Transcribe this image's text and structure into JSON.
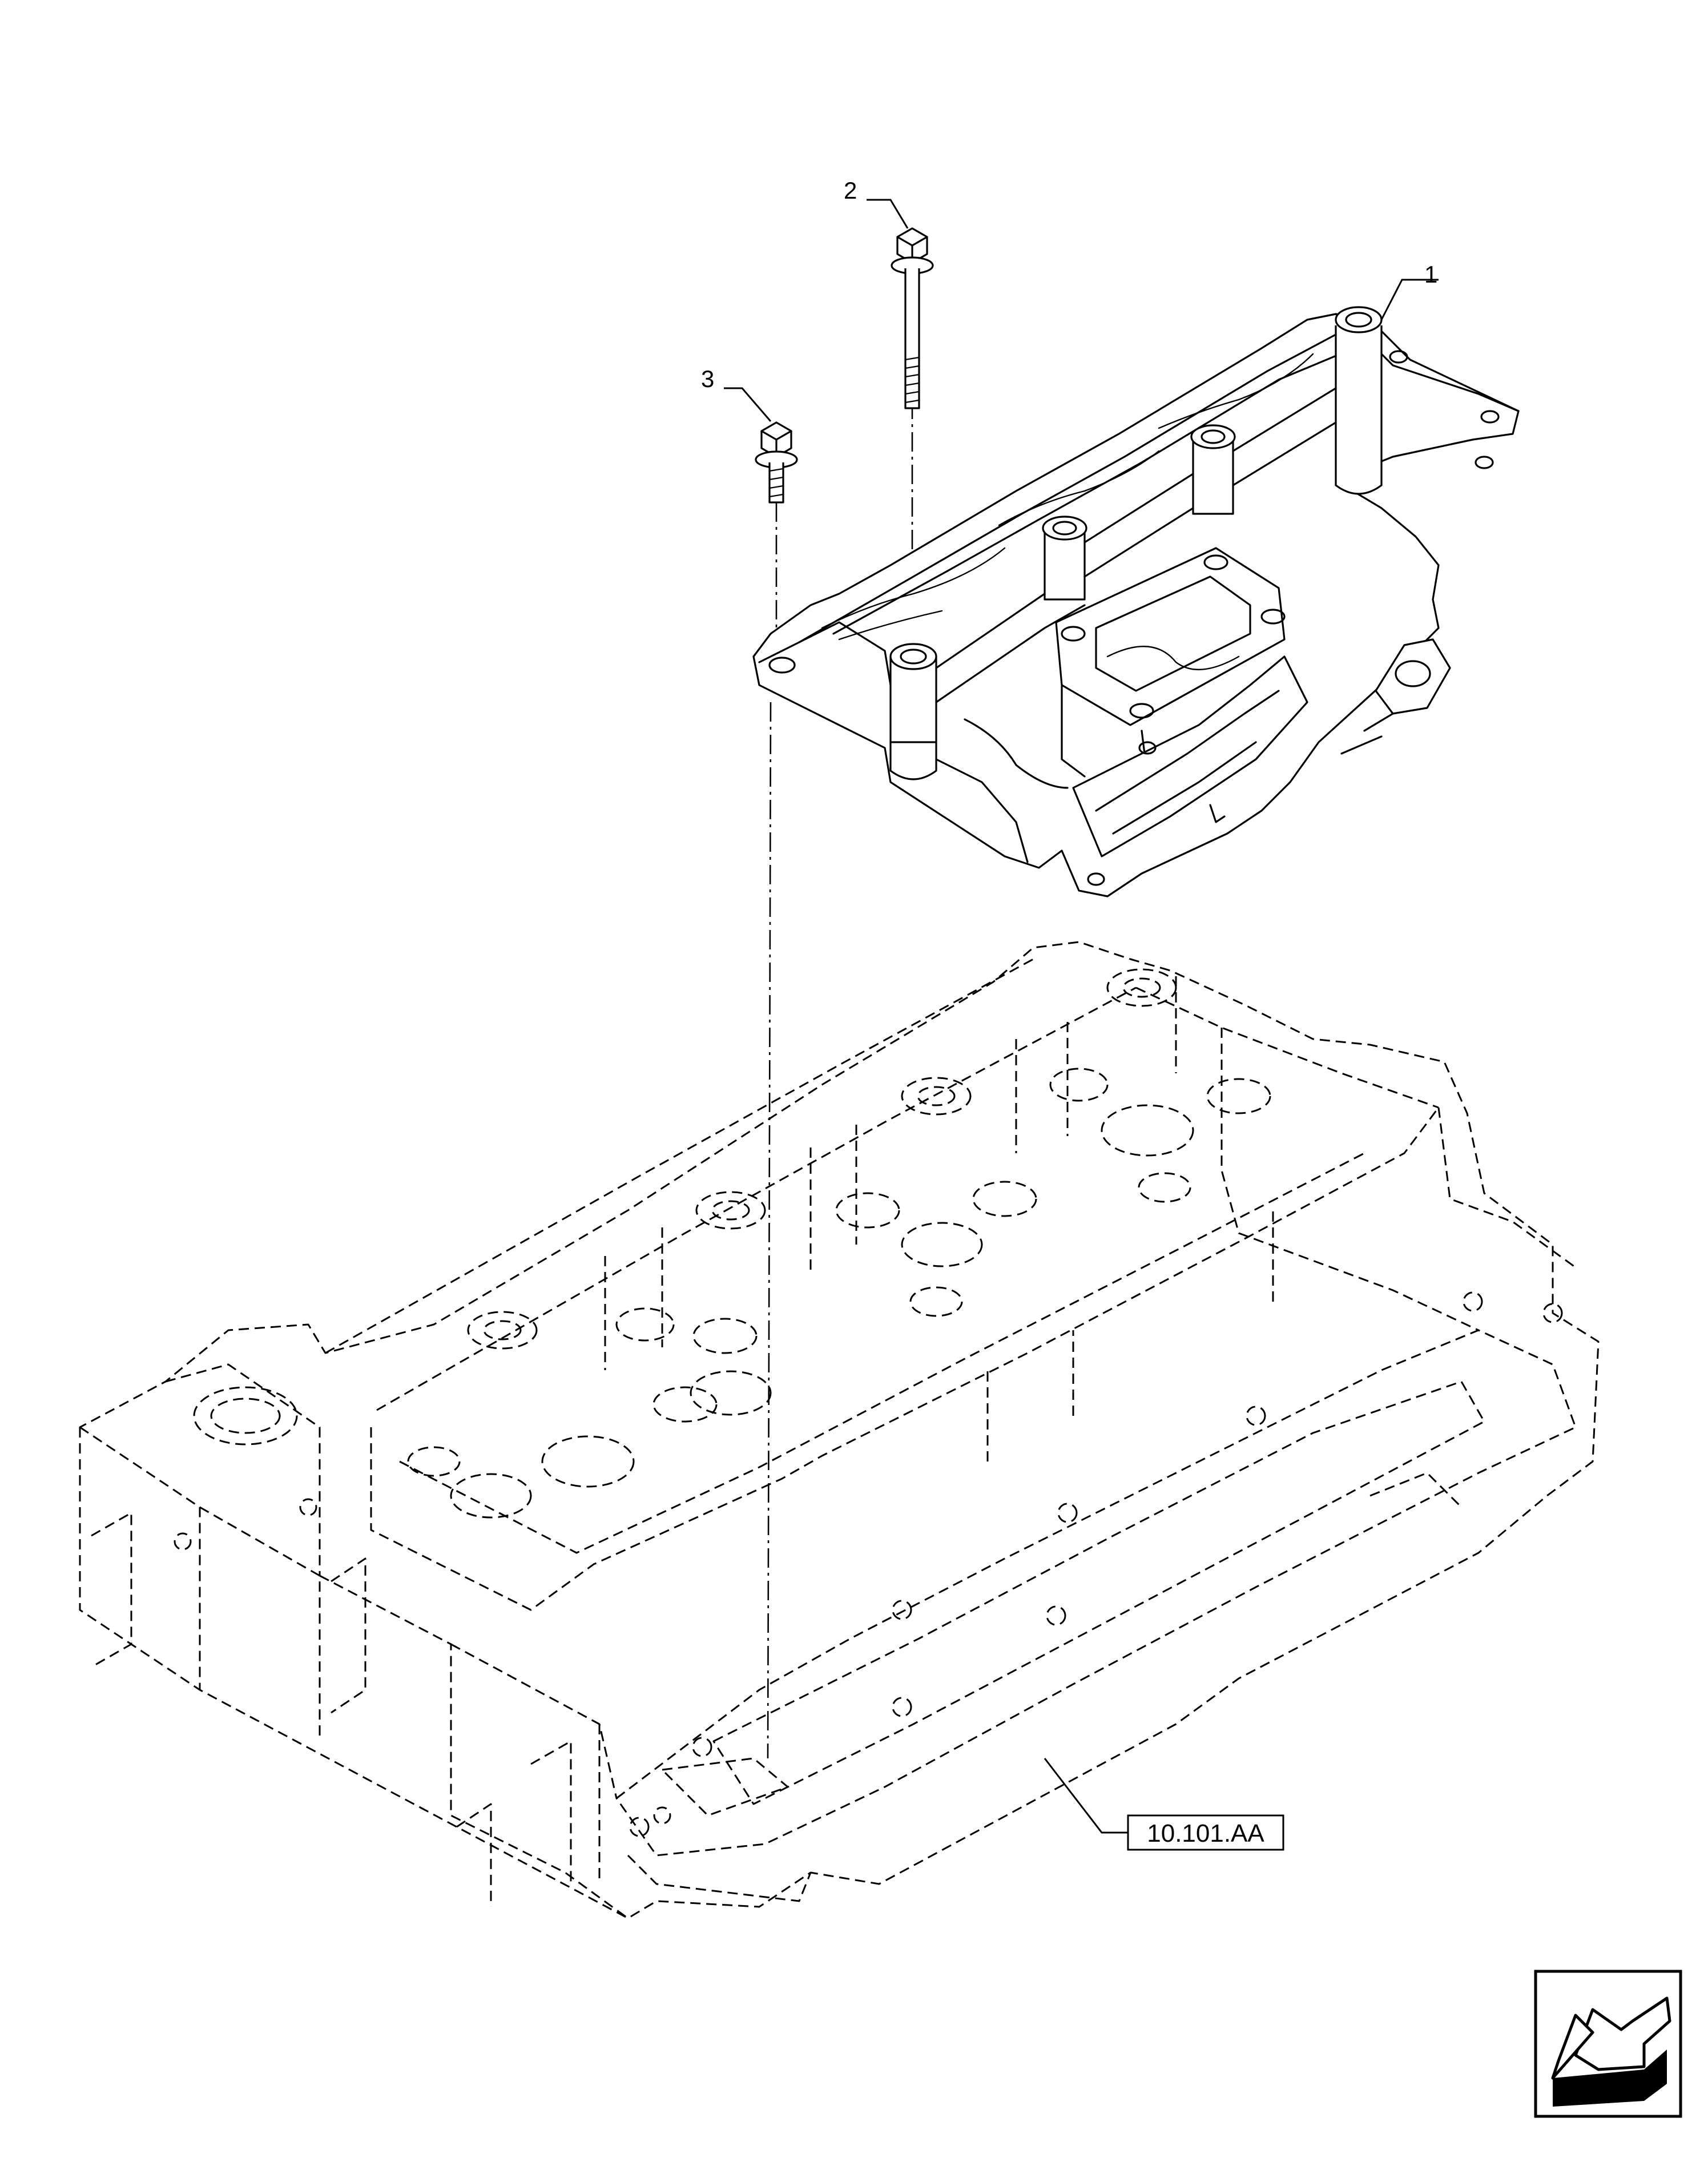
{
  "callouts": [
    {
      "id": "callout-1",
      "label": "1"
    },
    {
      "id": "callout-2",
      "label": "2"
    },
    {
      "id": "callout-3",
      "label": "3"
    }
  ],
  "reference_label": "10.101.AA",
  "nav_icon": "previous-page-arrow-icon"
}
